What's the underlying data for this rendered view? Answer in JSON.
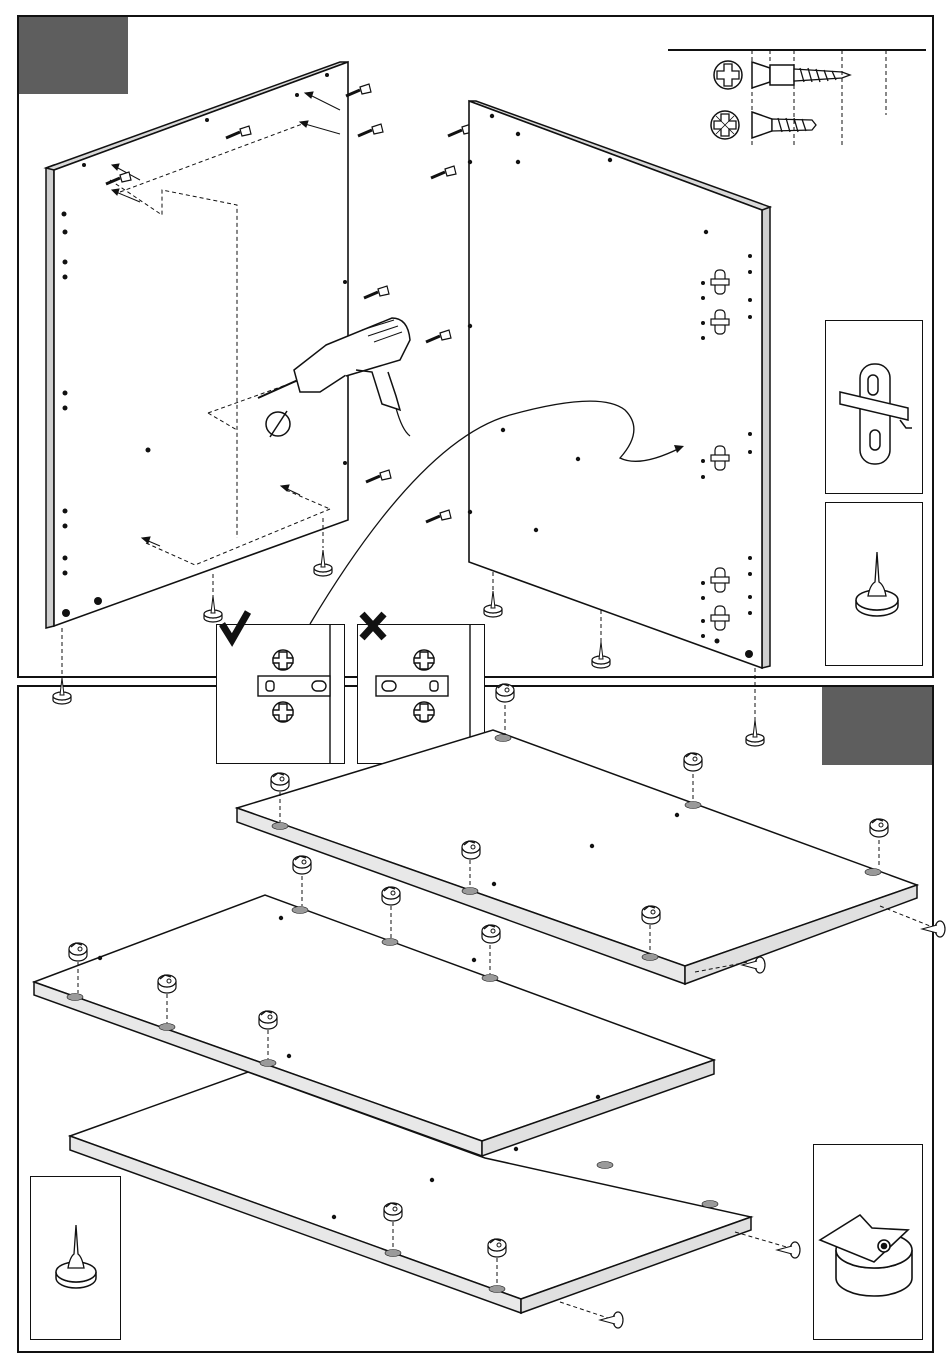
{
  "document": {
    "type": "assembly-instruction-sheet",
    "text_visible": false,
    "steps": [
      {
        "label": "",
        "badge_color": "#5e5e5e"
      },
      {
        "label": "",
        "badge_color": "#5e5e5e"
      }
    ]
  },
  "hardware_legend": {
    "items": [
      {
        "icon": "phillips-head-icon",
        "part": "euro-screw"
      },
      {
        "icon": "pozidriv-head-icon",
        "part": "wood-screw"
      }
    ]
  },
  "details": {
    "hinge_plate": {
      "icon": "hinge-mounting-plate-icon"
    },
    "wood_dowel_nail": {
      "icon": "dowel-nail-icon"
    },
    "cam_lock": {
      "icon": "cam-lock-icon"
    },
    "correct_orientation": {
      "icon": "checkmark-icon",
      "meaning": "correct"
    },
    "wrong_orientation": {
      "icon": "cross-icon",
      "meaning": "incorrect"
    }
  },
  "tools": {
    "drill": {
      "icon": "power-drill-icon"
    }
  },
  "colors": {
    "ink": "#111111",
    "panel": "#efefef",
    "panel_edge": "#bdbdbd",
    "badge": "#5e5e5e",
    "hole": "#9a9a9a"
  }
}
